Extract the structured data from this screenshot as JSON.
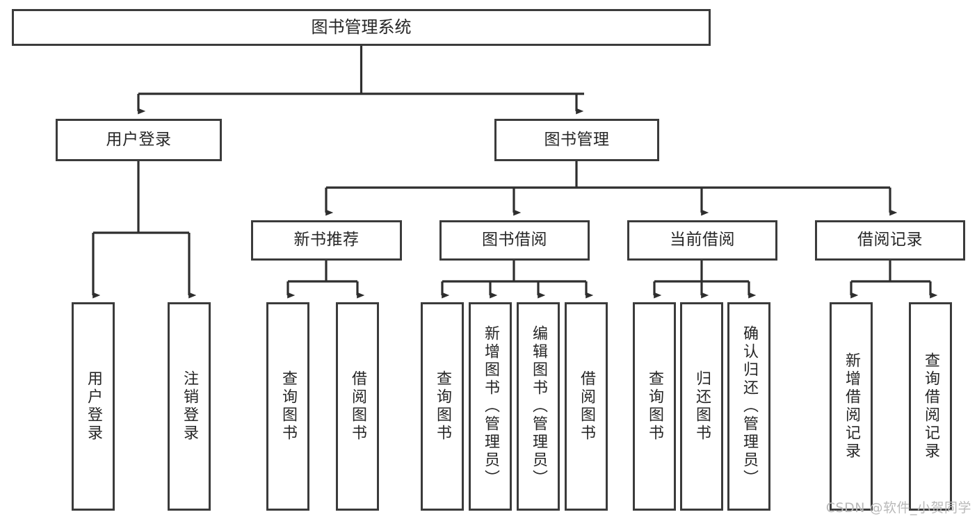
{
  "diagram": {
    "type": "tree-hierarchy",
    "title": "图书管理系统",
    "watermark": "CSDN @软件_小贺同学",
    "colors": {
      "stroke": "#3b3b3b",
      "box_fill": "#ffffff",
      "text": "#262626",
      "watermark": "#b9b9b9",
      "background": "#ffffff"
    },
    "nodes": {
      "root": {
        "label": "图书管理系统"
      },
      "level1": [
        {
          "label": "用户登录"
        },
        {
          "label": "图书管理"
        }
      ],
      "level2": [
        {
          "label": "新书推荐"
        },
        {
          "label": "图书借阅"
        },
        {
          "label": "当前借阅"
        },
        {
          "label": "借阅记录"
        }
      ],
      "leaves": {
        "user_login": [
          {
            "label": "用户登录"
          },
          {
            "label": "注销登录"
          }
        ],
        "new_book_recommend": [
          {
            "label": "查询图书"
          },
          {
            "label": "借阅图书"
          }
        ],
        "book_borrow": [
          {
            "label": "查询图书"
          },
          {
            "label": "新增图书（管理员）"
          },
          {
            "label": "编辑图书（管理员）"
          },
          {
            "label": "借阅图书"
          }
        ],
        "current_borrow": [
          {
            "label": "查询图书"
          },
          {
            "label": "归还图书"
          },
          {
            "label": "确认归还（管理员）"
          }
        ],
        "borrow_record": [
          {
            "label": "新增借阅记录"
          },
          {
            "label": "查询借阅记录"
          }
        ]
      }
    }
  }
}
